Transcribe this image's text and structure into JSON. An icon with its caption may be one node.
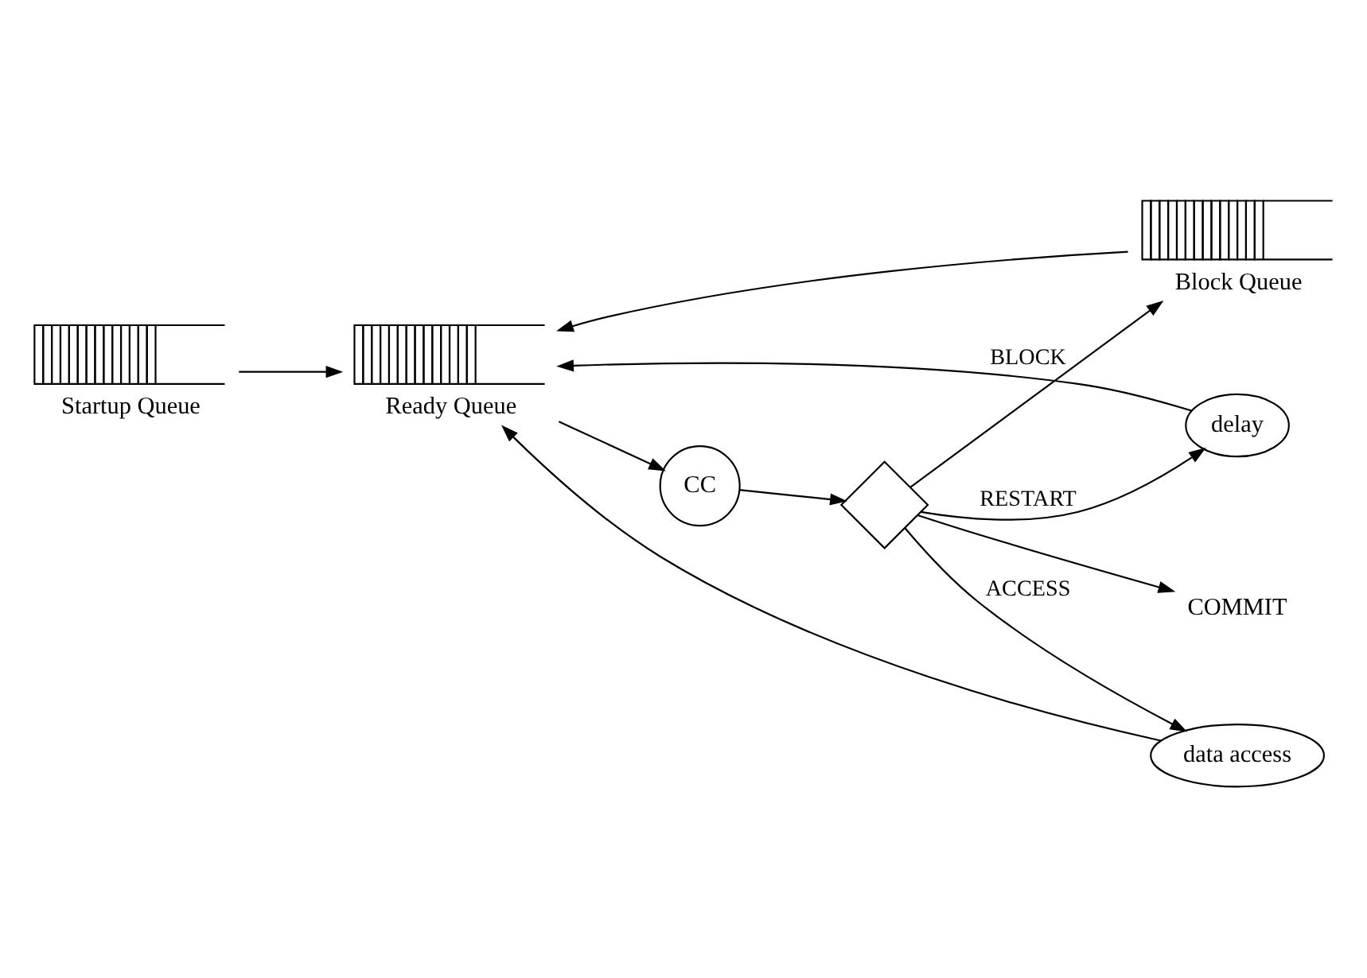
{
  "diagram": {
    "nodes": [
      {
        "text": [
          "Startup Queue"
        ]
      },
      {
        "text": [
          "delay"
        ]
      },
      {
        "text": [
          "Ready Queue"
        ]
      },
      {
        "text": [
          "CC"
        ]
      },
      {
        "text": [],
        "shape": "diamond"
      },
      {
        "text": [
          "COMMIT"
        ]
      },
      {
        "text": [
          "Block Queue"
        ]
      },
      {
        "text": [
          "data access"
        ]
      }
    ],
    "edges": [
      {
        "from": 2,
        "to": 3,
        "arrow": "to"
      },
      {
        "from": 3,
        "to": 4,
        "arrow": "to"
      },
      {
        "from": 4,
        "to": 5,
        "arrow": "to"
      },
      {
        "from": 4,
        "to": 1,
        "label": "RESTART",
        "arrow": "to"
      },
      {
        "from": 4,
        "to": 6,
        "label": "BLOCK",
        "arrow": "to"
      },
      {
        "from": 4,
        "to": 7,
        "label": "ACCESS",
        "arrow": "to"
      },
      {
        "from": 0,
        "to": 2,
        "arrow": "to"
      },
      {
        "from": 1,
        "to": 2,
        "arrow": "to"
      },
      {
        "from": 6,
        "to": 2,
        "arrow": "to"
      },
      {
        "from": 7,
        "to": 2,
        "arrow": "to"
      }
    ]
  }
}
